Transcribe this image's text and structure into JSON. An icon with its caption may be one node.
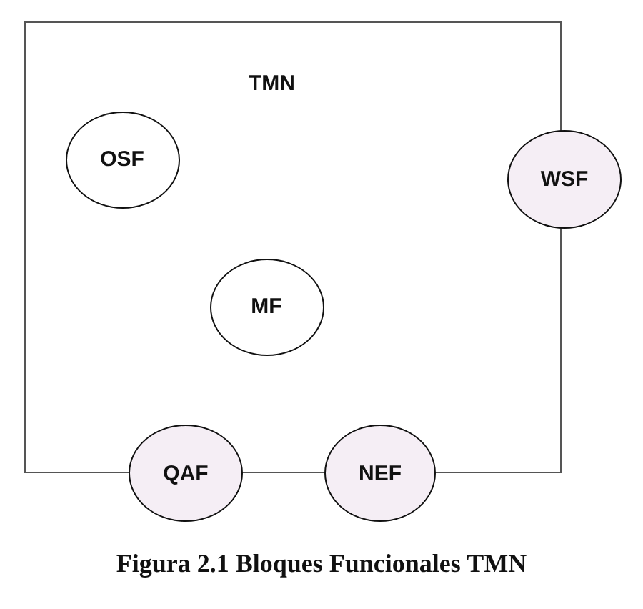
{
  "diagram": {
    "caption": "Figura 2.1 Bloques Funcionales TMN",
    "nodes": [
      {
        "text": [
          "TMN"
        ]
      },
      {
        "text": [
          "OSF"
        ],
        "in": 0
      },
      {
        "text": [
          "MF"
        ],
        "in": 0
      },
      {
        "text": [
          "WSF"
        ]
      },
      {
        "text": [
          "QAF"
        ]
      },
      {
        "text": [
          "NEF"
        ]
      }
    ]
  }
}
